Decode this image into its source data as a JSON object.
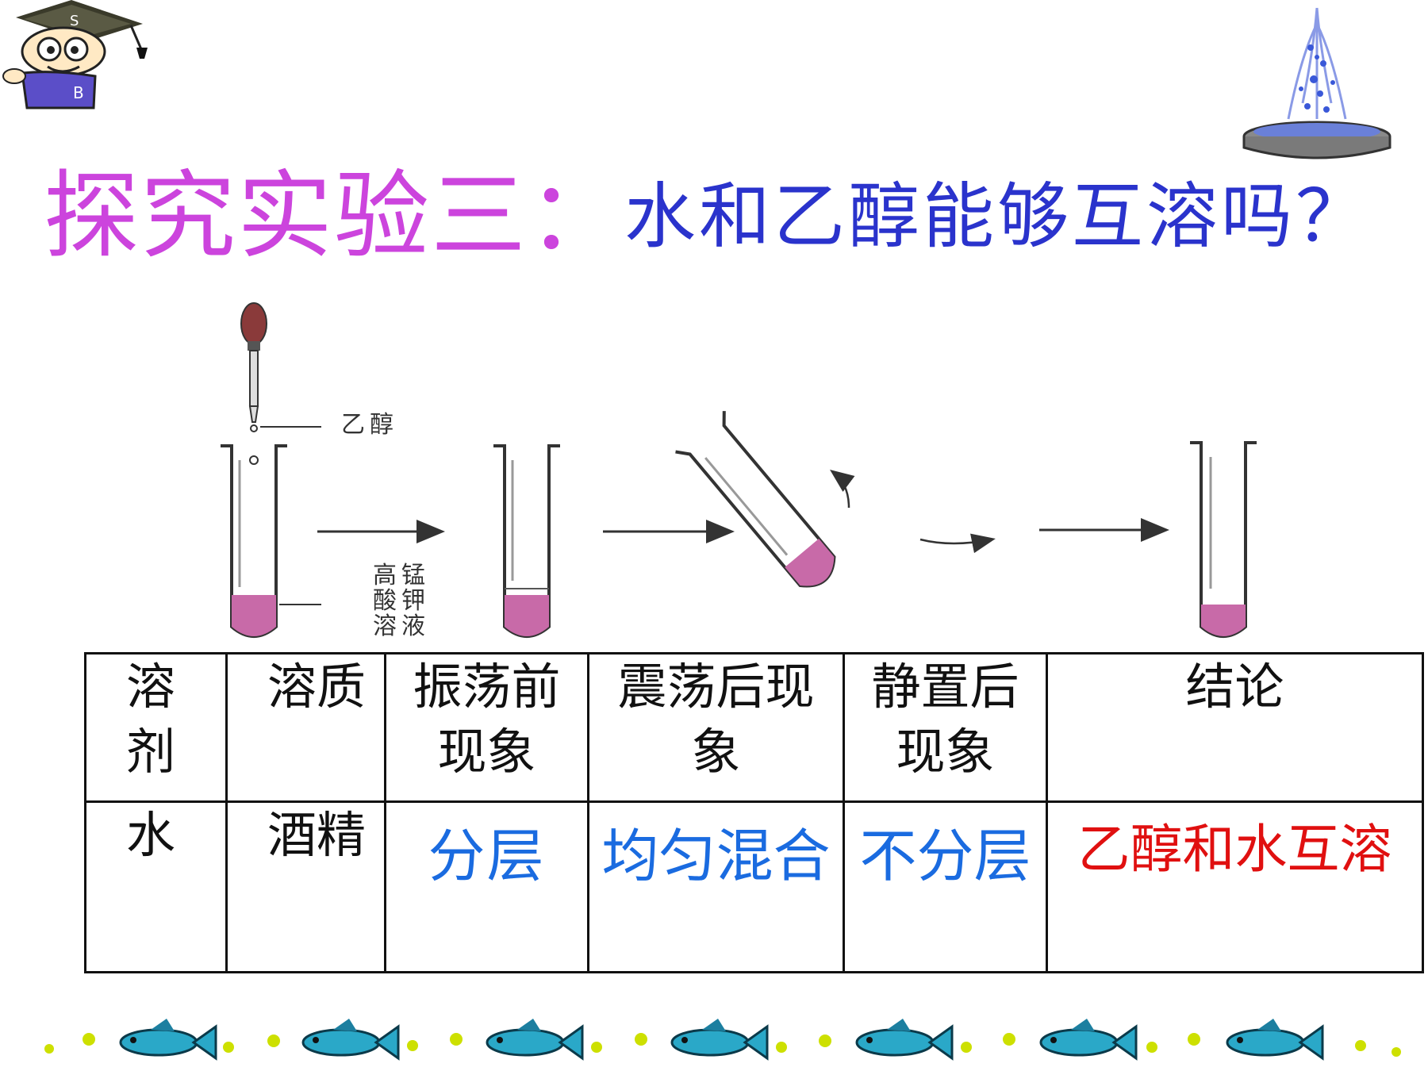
{
  "title": {
    "main": "探究实验三：",
    "question": "水和乙醇能够互溶吗？"
  },
  "diagram": {
    "ethanol_label": "乙醇",
    "solution_label_lines": [
      "高锰",
      "酸钾",
      "溶液"
    ],
    "liquid_color": "#c86aa8"
  },
  "table": {
    "headers": [
      [
        "溶",
        "剂"
      ],
      [
        "溶质"
      ],
      [
        "振荡前",
        "现象"
      ],
      [
        "震荡后现",
        "象"
      ],
      [
        "静置后",
        "现象"
      ],
      [
        "结论"
      ]
    ],
    "row": {
      "solvent": "水",
      "solute": "酒精",
      "before": "分层",
      "after_shake": "均匀混合",
      "after_rest": "不分层",
      "conclusion": "乙醇和水互溶"
    }
  },
  "colors": {
    "title_main": "#cc44dd",
    "title_question": "#2a33cc",
    "observation": "#1a6be0",
    "conclusion": "#e01010"
  },
  "icons": [
    "student-mascot-icon",
    "fountain-icon",
    "fish-icon"
  ]
}
